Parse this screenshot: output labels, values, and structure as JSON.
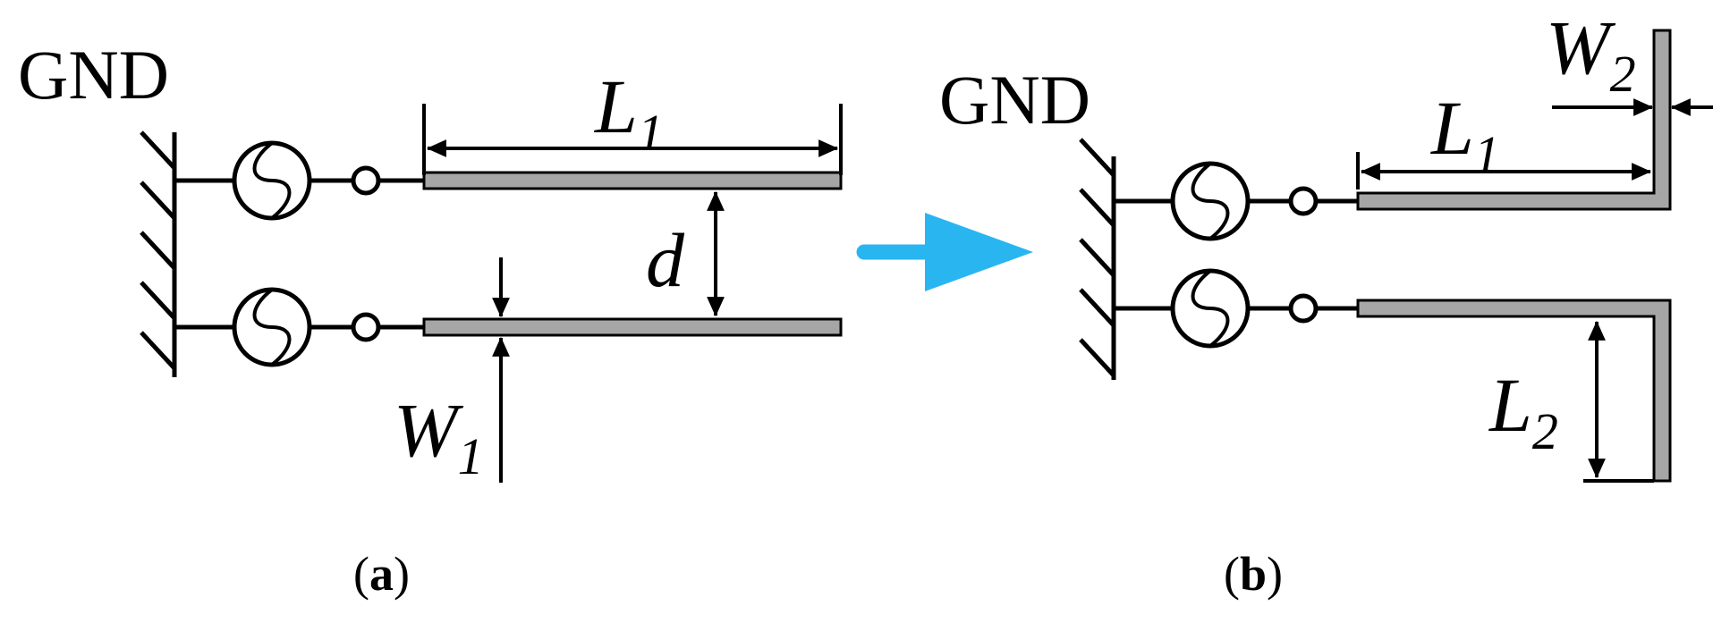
{
  "panel_a": {
    "gnd_label": "GND",
    "l1": {
      "main": "L",
      "sub": "1"
    },
    "d_label": "d",
    "w1": {
      "main": "W",
      "sub": "1"
    },
    "caption": {
      "open": "(",
      "letter": "a",
      "close": ")"
    }
  },
  "panel_b": {
    "gnd_label": "GND",
    "l1": {
      "main": "L",
      "sub": "1"
    },
    "w2": {
      "main": "W",
      "sub": "2"
    },
    "l2": {
      "main": "L",
      "sub": "2"
    },
    "caption": {
      "open": "(",
      "letter": "b",
      "close": ")"
    }
  },
  "colors": {
    "arrow": "#29b6f0",
    "strip": "#a6a6a6",
    "line": "#000000"
  },
  "icons": {
    "source": "ac-source-icon",
    "ground": "ground-hatch-icon",
    "transition": "right-arrow-icon"
  }
}
